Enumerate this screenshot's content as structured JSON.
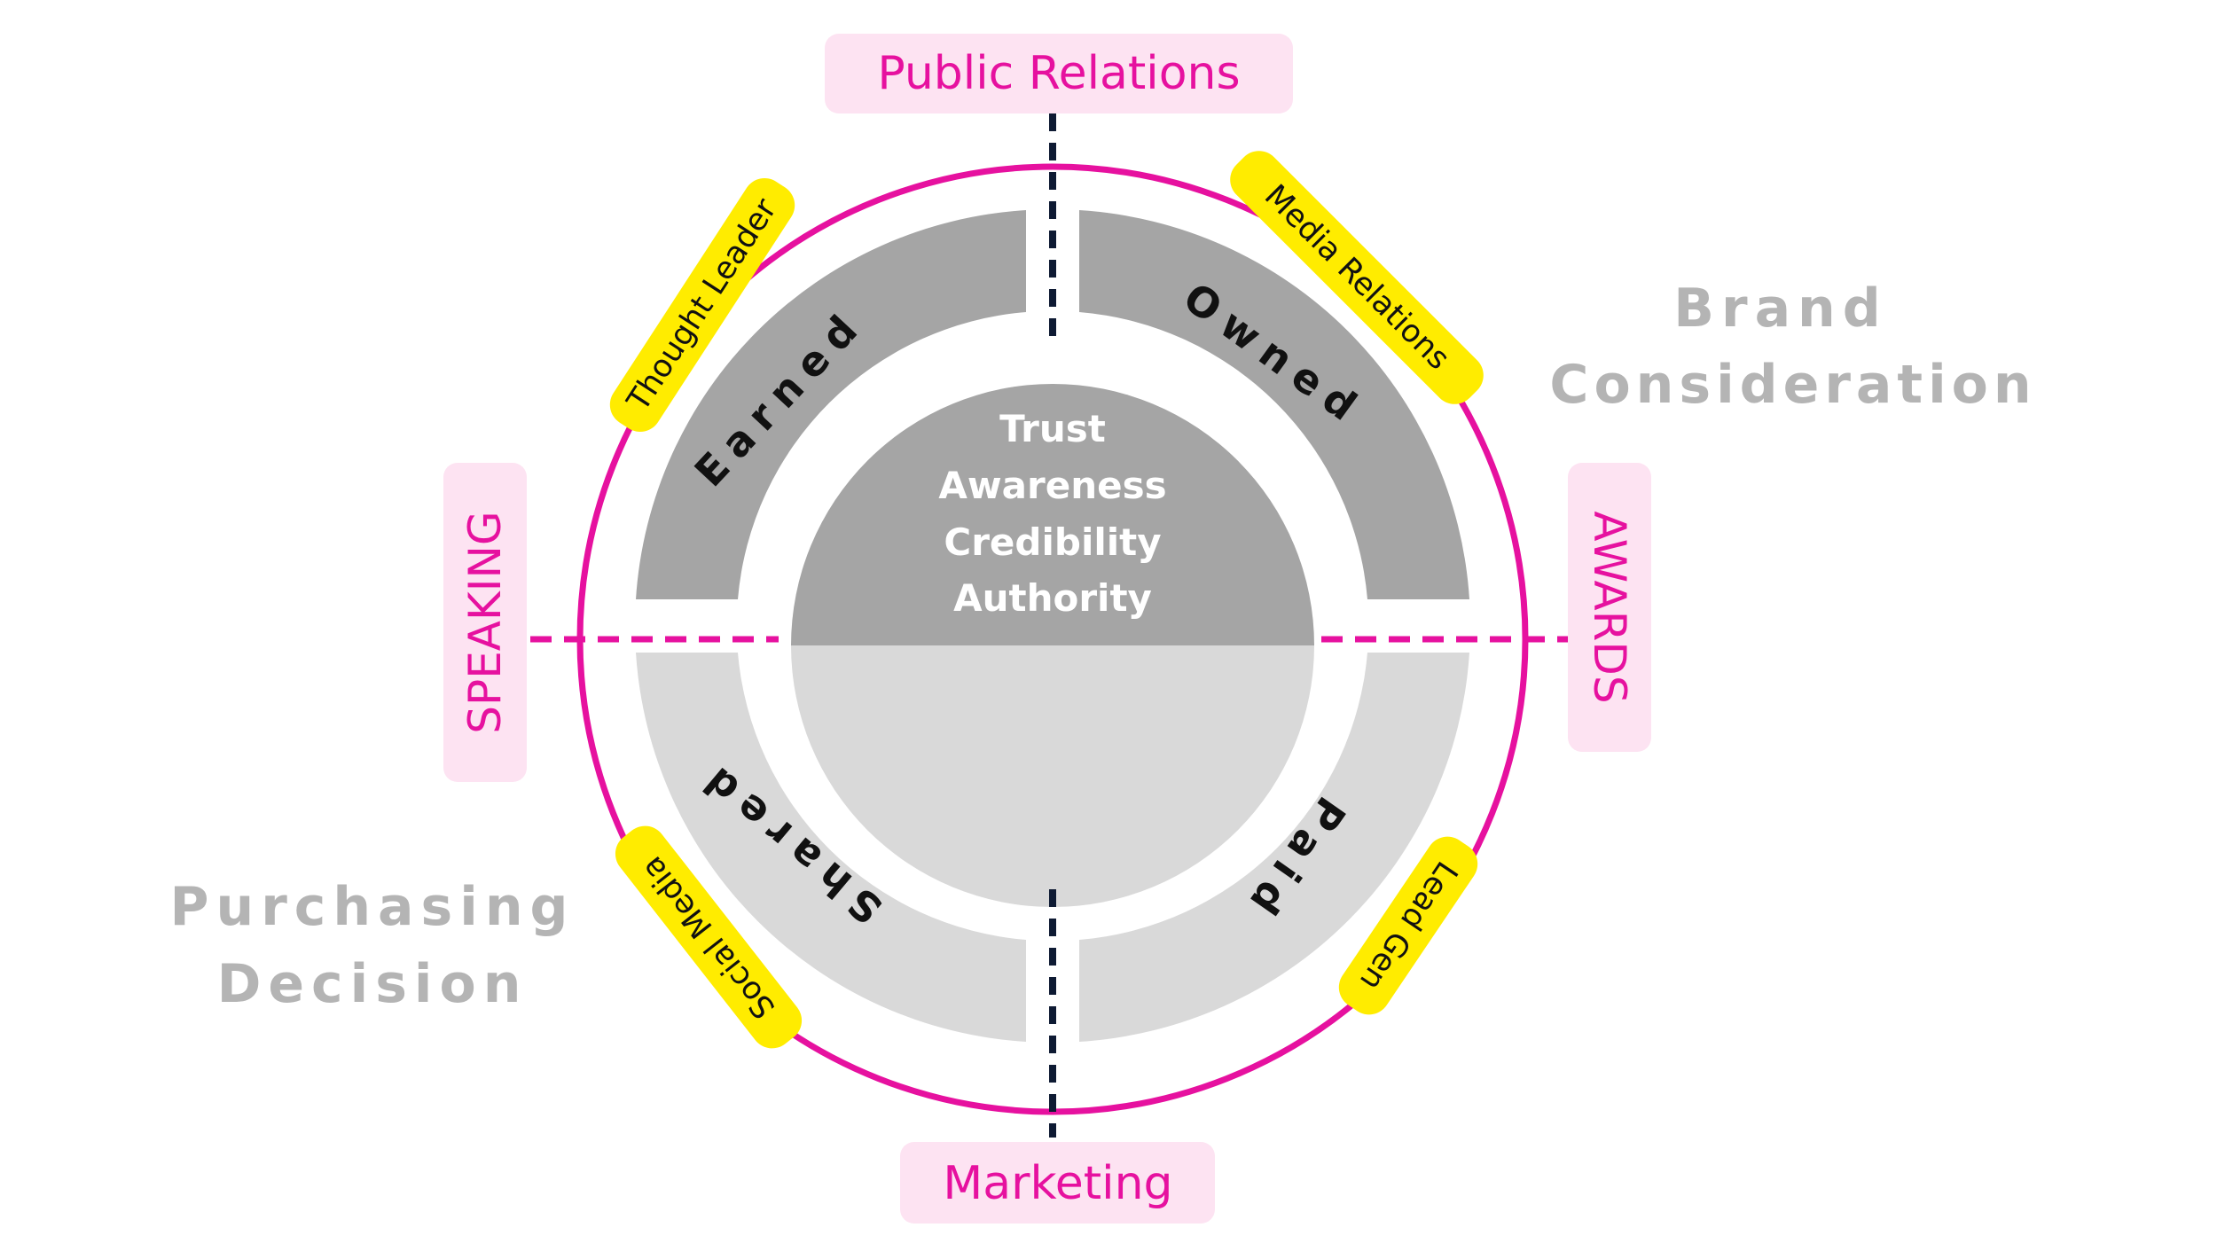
{
  "colors": {
    "magenta": "#e6119f",
    "pink_bg": "#fde3f2",
    "yellow": "#ffec00",
    "dark_gray": "#a5a5a5",
    "light_gray": "#d9d9d9",
    "navy": "#0e1a33",
    "label_gray": "#b4b4b4",
    "black": "#111111",
    "white": "#ffffff"
  },
  "axis_labels": {
    "top": "Public Relations",
    "bottom": "Marketing",
    "left": "SPEAKING",
    "right": "AWARDS"
  },
  "segments": {
    "earned": "Earned",
    "owned": "Owned",
    "shared": "Shared",
    "paid": "Paid"
  },
  "tags": {
    "thought_leader": "Thought Leader",
    "media_relations": "Media Relations",
    "social_media": "Social Media",
    "lead_gen": "Lead Gen"
  },
  "center_lines": [
    "Trust",
    "Awareness",
    "Credibility",
    "Authority"
  ],
  "side_labels": {
    "brand": [
      "Brand",
      "Consideration"
    ],
    "purchasing": [
      "Purchasing",
      "Decision"
    ]
  }
}
